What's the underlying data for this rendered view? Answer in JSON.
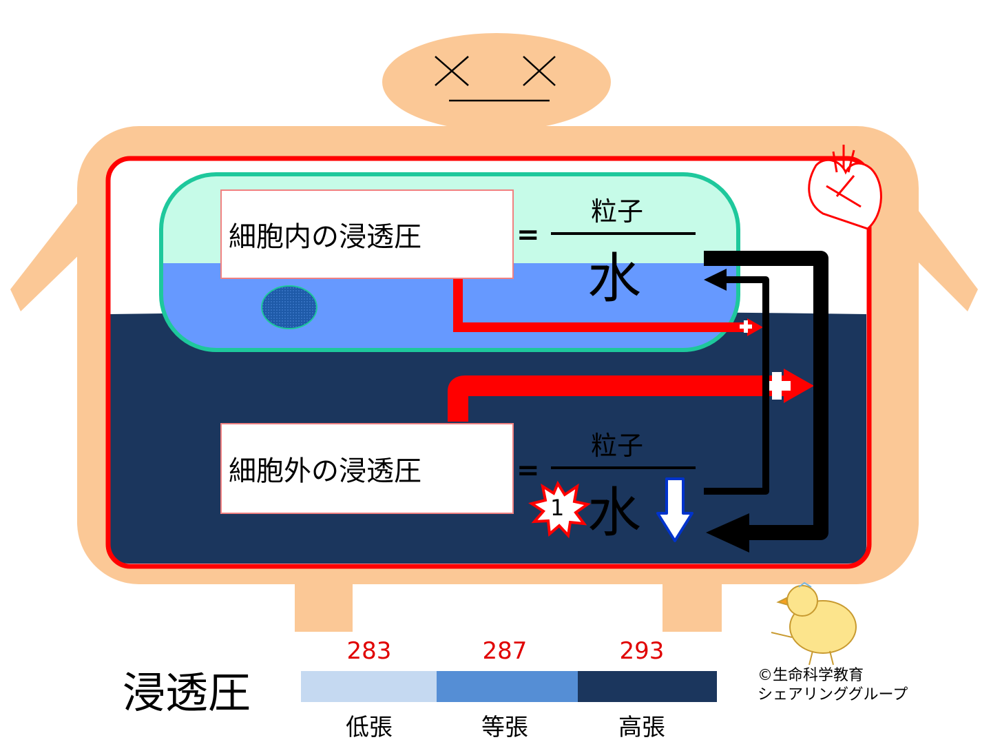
{
  "diagram": {
    "intracellular_label": "細胞内の浸透圧",
    "extracellular_label": "細胞外の浸透圧",
    "equals": "=",
    "fraction_top": {
      "numerator": "粒子",
      "denominator": "水"
    },
    "fraction_bottom": {
      "numerator": "粒子",
      "denominator": "水"
    },
    "badge_number": "1"
  },
  "scale": {
    "title": "浸透圧",
    "segments": [
      {
        "value": "283",
        "label": "低張",
        "color": "#c5d9f1"
      },
      {
        "value": "287",
        "label": "等張",
        "color": "#558ed5"
      },
      {
        "value": "293",
        "label": "高張",
        "color": "#1b365d"
      }
    ]
  },
  "credit": {
    "line1": "©生命科学教育",
    "line2": "シェアリンググループ"
  },
  "colors": {
    "skin": "#fbc896",
    "vessel_red": "#ff0000",
    "extracellular_fluid": "#1b365d",
    "cell_membrane": "#1ec89c",
    "cell_upper": "#c6fbe8",
    "cell_fluid": "#6699ff",
    "arrow_black": "#000000",
    "arrow_blue": "#0033cc"
  }
}
